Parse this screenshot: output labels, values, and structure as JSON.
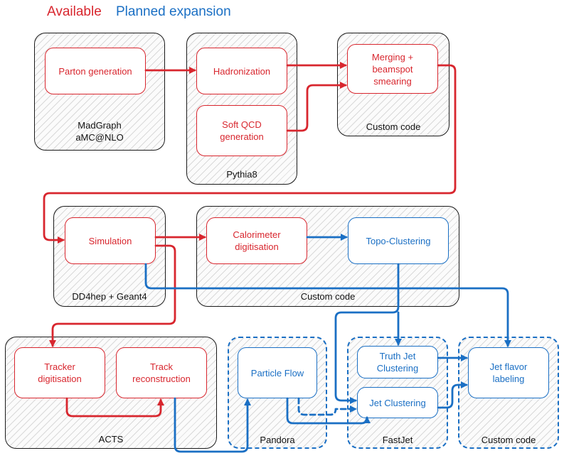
{
  "legend": {
    "available": "Available",
    "planned": "Planned expansion"
  },
  "colors": {
    "available": "#d8262e",
    "planned": "#1a6fc4",
    "frame": "#1a1a1a"
  },
  "groups": {
    "madgraph": "MadGraph\naMC@NLO",
    "pythia": "Pythia8",
    "custom_top": "Custom code",
    "dd4hep": "DD4hep + Geant4",
    "custom_mid": "Custom code",
    "acts": "ACTS",
    "pandora": "Pandora",
    "fastjet": "FastJet",
    "custom_bottom": "Custom code"
  },
  "nodes": {
    "parton": "Parton generation",
    "hadronization": "Hadronization",
    "softqcd": "Soft QCD\ngeneration",
    "merging": "Merging +\nbeamspot\nsmearing",
    "simulation": "Simulation",
    "calo": "Calorimeter\ndigitisation",
    "topo": "Topo-Clustering",
    "tracker": "Tracker\ndigitisation",
    "trackreco": "Track\nreconstruction",
    "pflow": "Particle Flow",
    "truthjet": "Truth Jet\nClustering",
    "jetclust": "Jet Clustering",
    "jetflavor": "Jet flavor\nlabeling"
  }
}
